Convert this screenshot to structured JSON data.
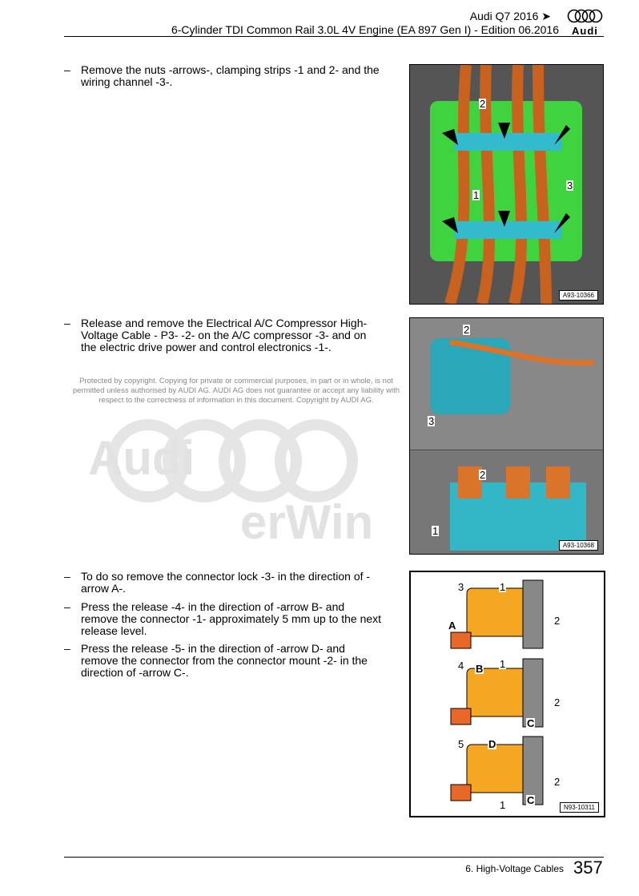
{
  "header": {
    "model": "Audi Q7 2016 ➤",
    "subtitle": "6-Cylinder TDI Common Rail 3.0L 4V Engine (EA 897 Gen I) - Edition 06.2016",
    "logo_text": "Audi"
  },
  "steps": [
    "Remove the nuts -arrows-, clamping strips -1 and 2- and the wiring channel -3-.",
    "Release and remove the Electrical A/C Compressor High-Voltage Cable - P3- -2- on the A/C compressor -3- and on the electric drive power and control electronics -1-.",
    "To do so remove the connector lock -3- in the direction of -arrow A-.",
    "Press the release -4- in the direction of -arrow B- and remove the connector -1- approximately 5 mm up to the next release level.",
    "Press the release -5- in the direction of -arrow D- and remove the connector from the connector mount -2- in the direction of -arrow C-."
  ],
  "dash": "–",
  "figures": [
    {
      "id": "A93-10366",
      "labels": [
        "2",
        "3",
        "1"
      ]
    },
    {
      "id": "A93-10368",
      "labels": [
        "2",
        "3",
        "2",
        "1"
      ]
    },
    {
      "id": "N93-10311",
      "labels": [
        "3",
        "1",
        "A",
        "2",
        "4",
        "B",
        "1",
        "2",
        "C",
        "5",
        "D",
        "2",
        "1",
        "C"
      ]
    }
  ],
  "watermark": {
    "text": "Protected by copyright. Copying for private or commercial purposes, in part or in whole, is not permitted unless authorised by AUDI AG. AUDI AG does not guarantee or accept any liability with respect to the correctness of information in this document. Copyright by AUDI AG.",
    "logo_text_1": "Audi",
    "logo_text_2": "erWin"
  },
  "footer": {
    "section": "6. High-Voltage Cables",
    "page": "357"
  }
}
